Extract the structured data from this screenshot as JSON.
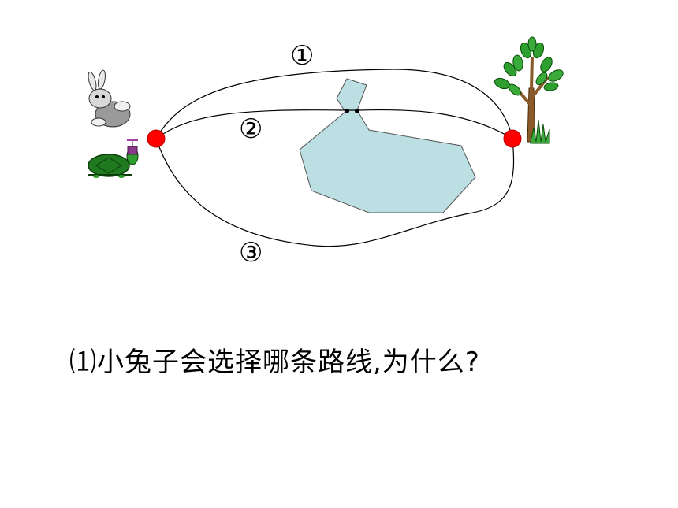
{
  "routes": [
    {
      "id": 1,
      "label": "①"
    },
    {
      "id": 2,
      "label": "②"
    },
    {
      "id": 3,
      "label": "③"
    }
  ],
  "question": "⑴小兔子会选择哪条路线,为什么?",
  "colors": {
    "endpoint": "#ff0000",
    "lake": "#bcdfe3",
    "line": "#000000",
    "turtle_shell": "#1f7a1f",
    "tree_leaf": "#2e9e2e",
    "tree_trunk": "#8b5a2b"
  },
  "icons": [
    "rabbit-icon",
    "turtle-icon",
    "tree-icon"
  ]
}
